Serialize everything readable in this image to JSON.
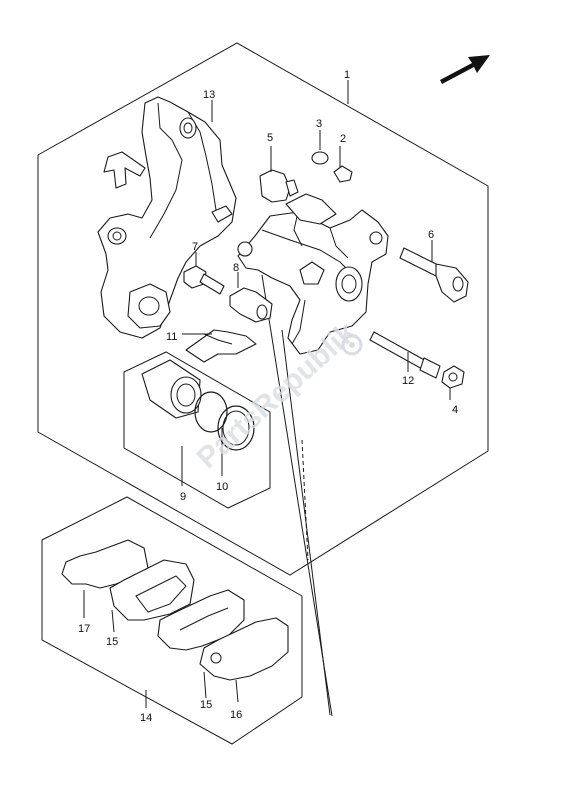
{
  "diagram": {
    "callouts": {
      "c1": "1",
      "c2": "2",
      "c3": "3",
      "c4": "4",
      "c5": "5",
      "c6": "6",
      "c7": "7",
      "c8": "8",
      "c9": "9",
      "c10": "10",
      "c11": "11",
      "c12": "12",
      "c13": "13",
      "c14": "14",
      "c15a": "15",
      "c15b": "15",
      "c16": "16",
      "c17": "17"
    },
    "watermark": "PartsRepublik",
    "icons": {
      "direction": "arrow-up-right-icon",
      "watermark_gear": "gear-icon"
    },
    "colors": {
      "line": "#1a1a1a",
      "watermark": "#d9dde3"
    }
  }
}
